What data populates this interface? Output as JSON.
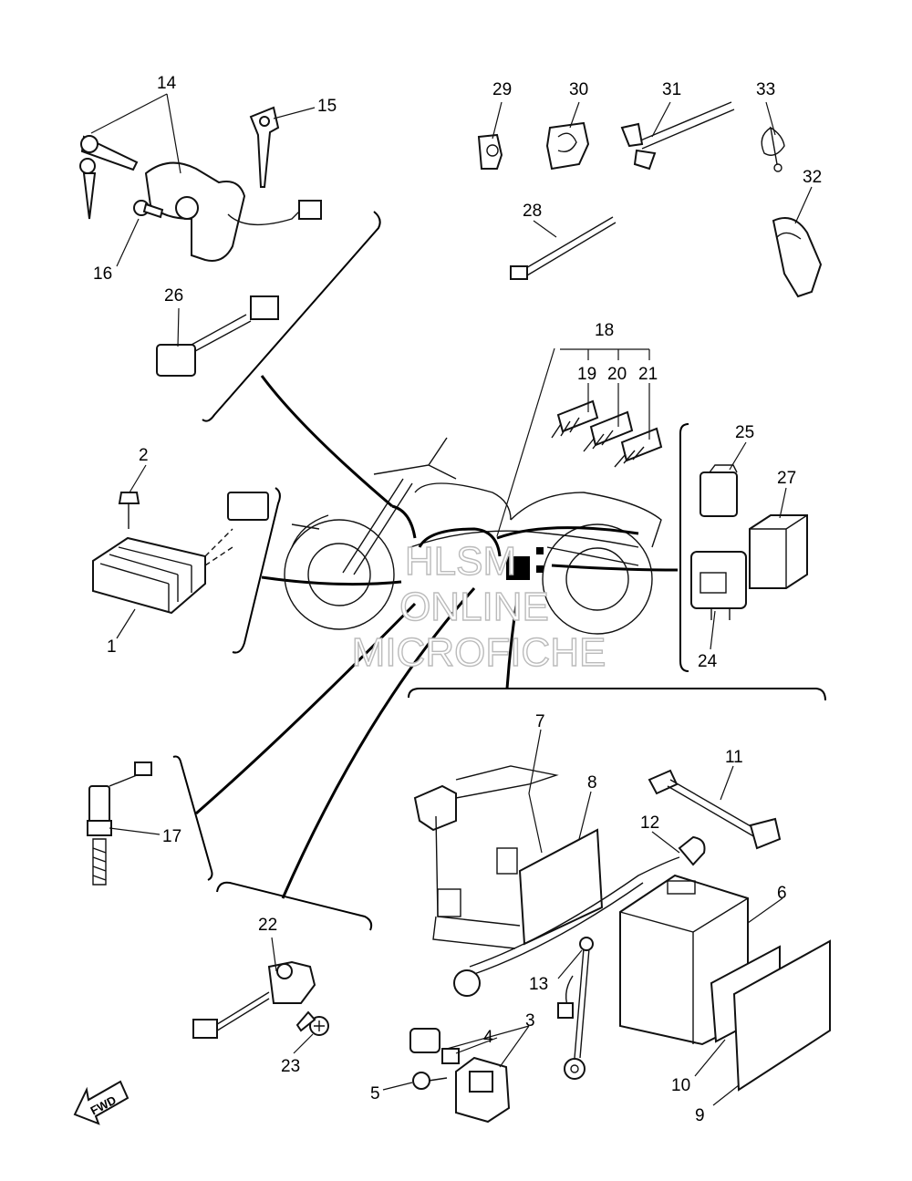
{
  "labels": {
    "l1": "1",
    "l2": "2",
    "l3": "3",
    "l4": "4",
    "l5": "5",
    "l6": "6",
    "l7": "7",
    "l8": "8",
    "l9": "9",
    "l10": "10",
    "l11": "11",
    "l12": "12",
    "l13": "13",
    "l14": "14",
    "l15": "15",
    "l16": "16",
    "l17": "17",
    "l18": "18",
    "l19": "19",
    "l20": "20",
    "l21": "21",
    "l22": "22",
    "l23": "23",
    "l24": "24",
    "l25": "25",
    "l26": "26",
    "l27": "27",
    "l28": "28",
    "l29": "29",
    "l30": "30",
    "l31": "31",
    "l32": "32",
    "l33": "33"
  },
  "watermark": {
    "line1": "HLSM",
    "line2": "ONLINE",
    "line3": "MICROFICHE"
  },
  "fwd_label": "FWD"
}
